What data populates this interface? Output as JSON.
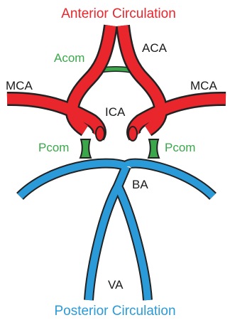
{
  "titles": {
    "anterior": "Anterior Circulation",
    "posterior": "Posterior Circulation"
  },
  "labels": {
    "aca": "ACA",
    "acom": "Acom",
    "mca_left": "MCA",
    "mca_right": "MCA",
    "ica": "ICA",
    "pcom_left": "Pcom",
    "pcom_right": "Pcom",
    "ba": "BA",
    "va": "VA"
  },
  "colors": {
    "anterior": "#e8262c",
    "communicating": "#3aa84a",
    "posterior": "#2a9ad8",
    "outline": "#222222",
    "text": "#1a1a1a"
  }
}
